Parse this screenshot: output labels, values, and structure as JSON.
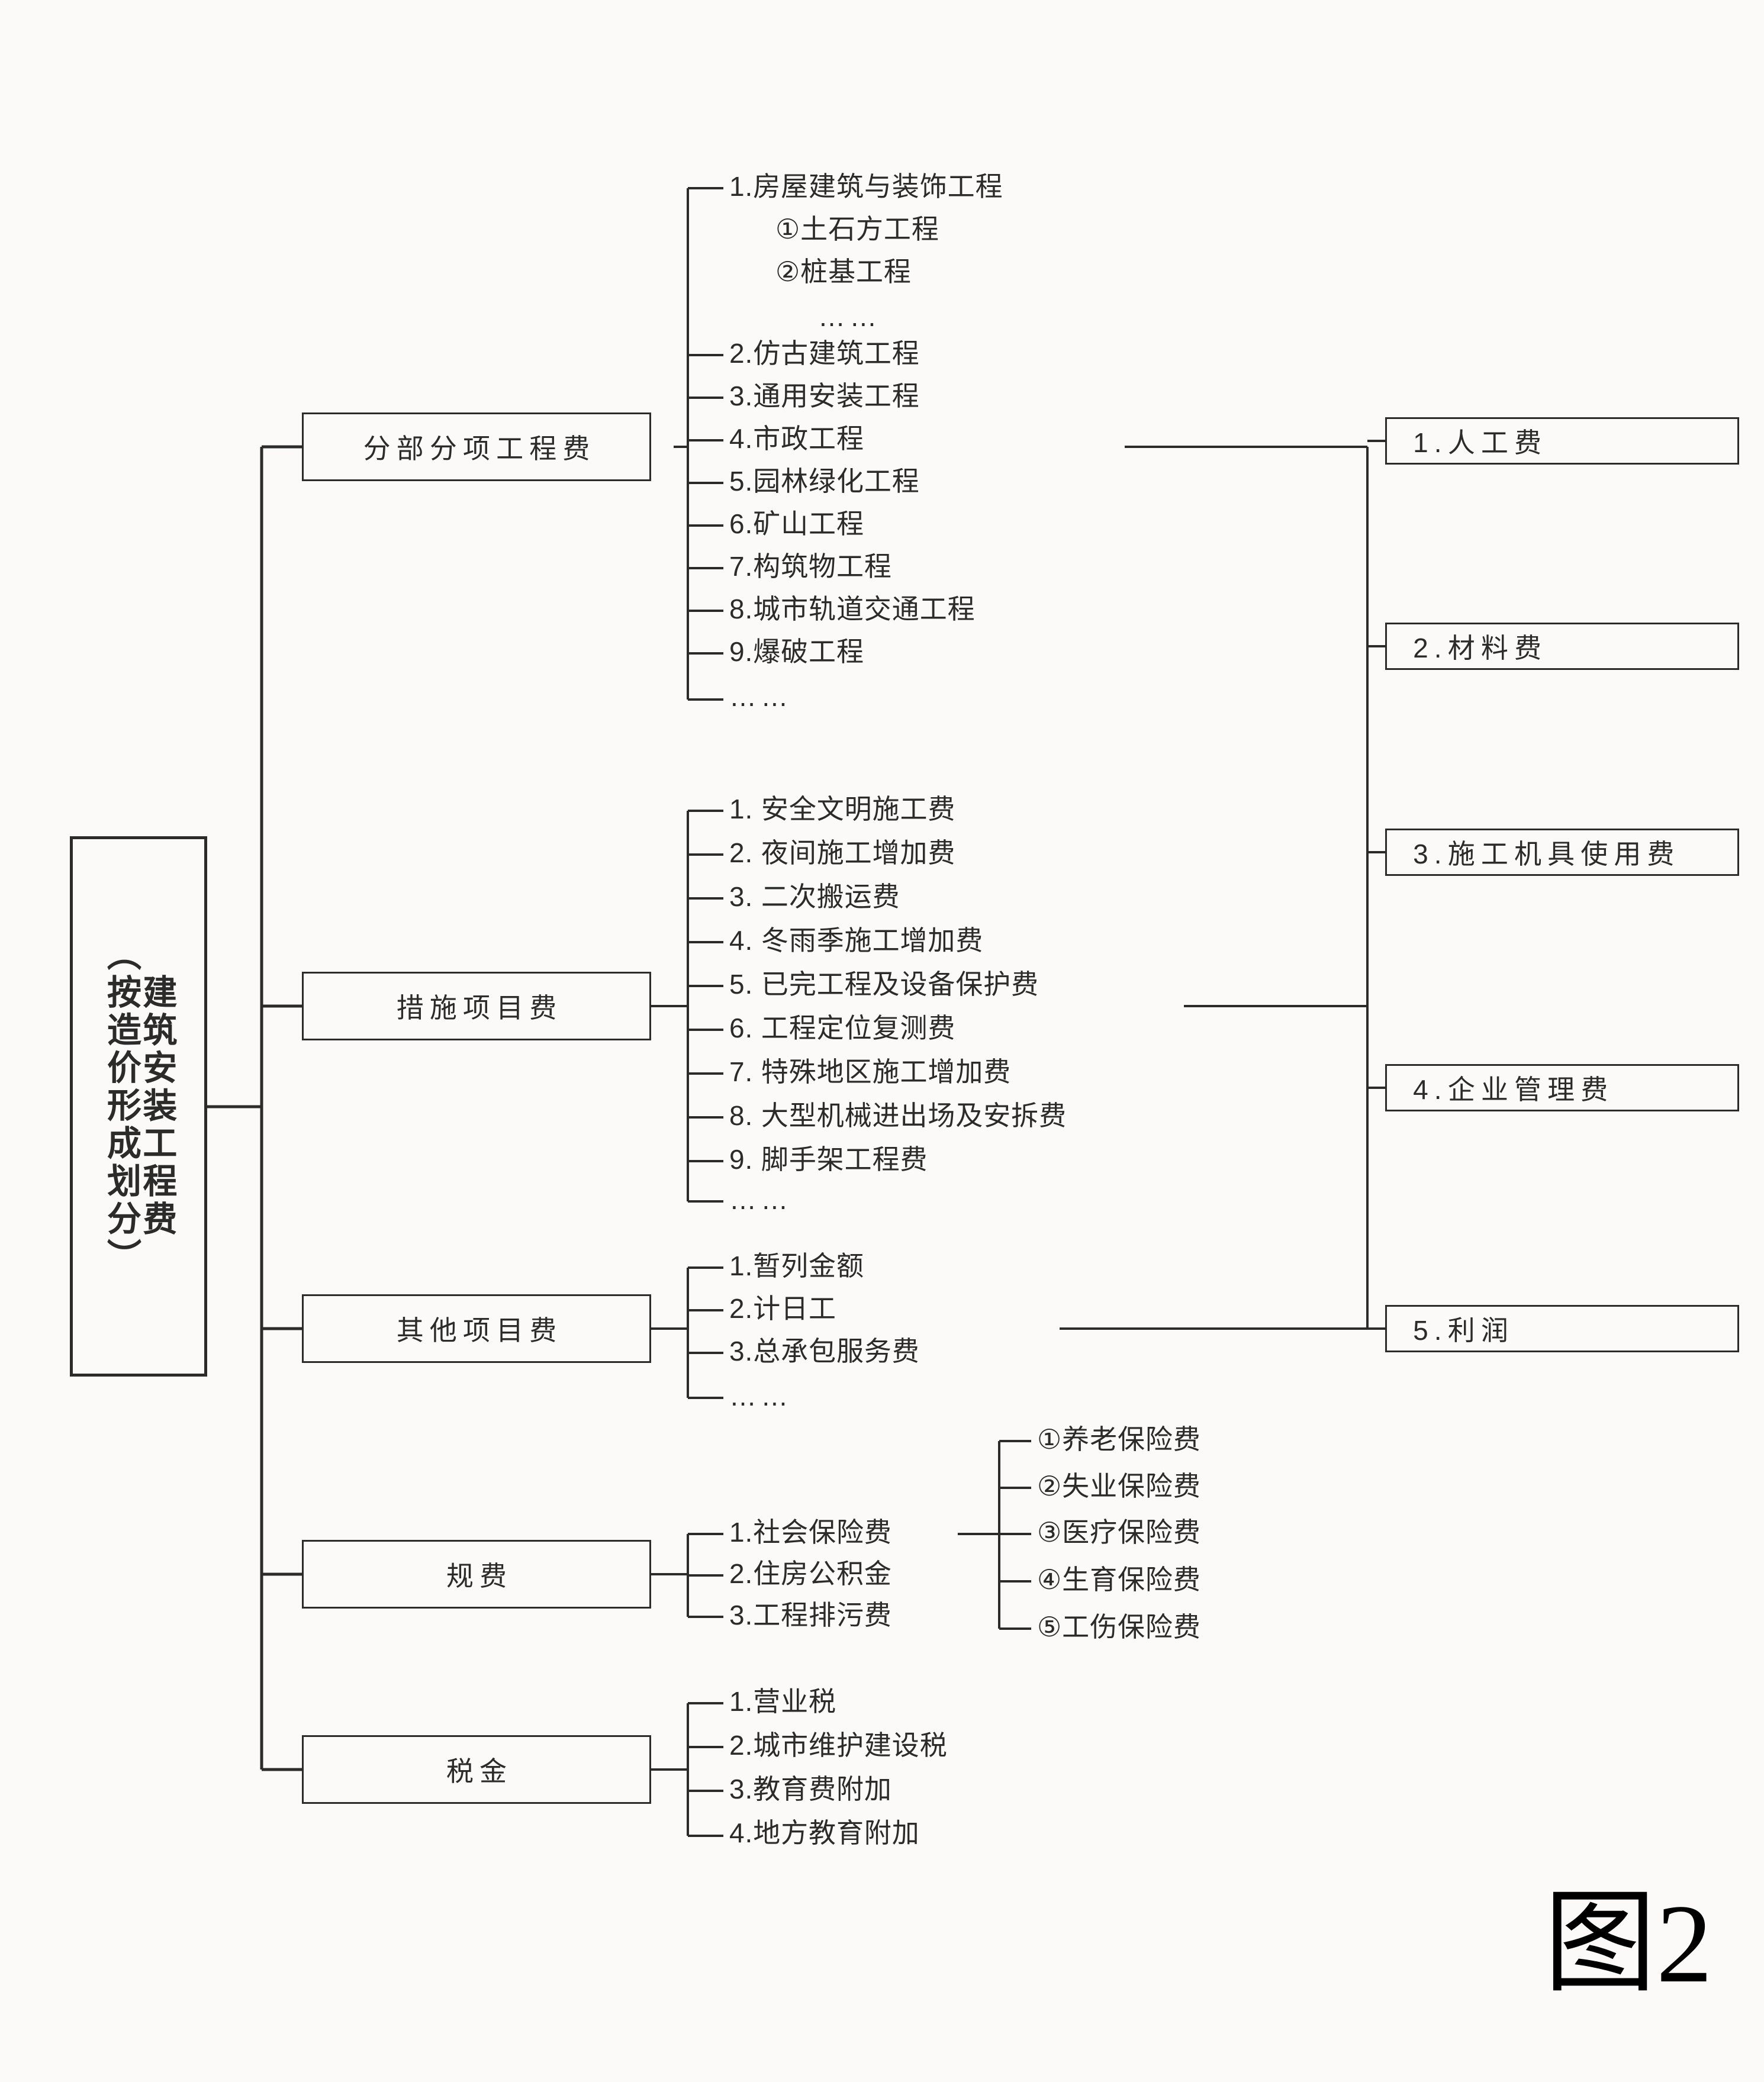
{
  "figure": {
    "caption": "图2"
  },
  "root": {
    "name": "root-node",
    "line_main": "建筑安装工程费",
    "line_paren": "（按造价形成划分）"
  },
  "branches": [
    {
      "id": "fenbu",
      "label": "分部分项工程费",
      "items": [
        {
          "text": "1.房屋建筑与装饰工程",
          "sub": [
            "①土石方工程",
            "②桩基工程",
            "……"
          ]
        },
        {
          "text": "2.仿古建筑工程"
        },
        {
          "text": "3.通用安装工程"
        },
        {
          "text": "4.市政工程"
        },
        {
          "text": "5.园林绿化工程"
        },
        {
          "text": "6.矿山工程"
        },
        {
          "text": "7.构筑物工程"
        },
        {
          "text": "8.城市轨道交通工程"
        },
        {
          "text": "9.爆破工程"
        },
        {
          "text": "……"
        }
      ]
    },
    {
      "id": "cuoshi",
      "label": "措施项目费",
      "items": [
        {
          "text": "1. 安全文明施工费"
        },
        {
          "text": "2. 夜间施工增加费"
        },
        {
          "text": "3. 二次搬运费"
        },
        {
          "text": "4. 冬雨季施工增加费"
        },
        {
          "text": "5. 已完工程及设备保护费"
        },
        {
          "text": "6. 工程定位复测费"
        },
        {
          "text": "7. 特殊地区施工增加费"
        },
        {
          "text": "8. 大型机械进出场及安拆费"
        },
        {
          "text": "9. 脚手架工程费"
        },
        {
          "text": "……"
        }
      ]
    },
    {
      "id": "qita",
      "label": "其他项目费",
      "items": [
        {
          "text": "1.暂列金额"
        },
        {
          "text": "2.计日工"
        },
        {
          "text": "3.总承包服务费"
        },
        {
          "text": "……"
        }
      ]
    },
    {
      "id": "guifei",
      "label": "规费",
      "items": [
        {
          "text": "1.社会保险费"
        },
        {
          "text": "2.住房公积金"
        },
        {
          "text": "3.工程排污费"
        }
      ],
      "subitems": [
        "①养老保险费",
        "②失业保险费",
        "③医疗保险费",
        "④生育保险费",
        "⑤工伤保险费"
      ]
    },
    {
      "id": "shuijin",
      "label": "税金",
      "items": [
        {
          "text": "1.营业税"
        },
        {
          "text": "2.城市维护建设税"
        },
        {
          "text": "3.教育费附加"
        },
        {
          "text": "4.地方教育附加"
        }
      ]
    }
  ],
  "cost_elements": [
    {
      "label": "1.人工费"
    },
    {
      "label": "2.材料费"
    },
    {
      "label": "3.施工机具使用费"
    },
    {
      "label": "4.企业管理费"
    },
    {
      "label": "5.利润"
    }
  ],
  "colors": {
    "ink": "#2b2b2b",
    "paper": "#fbfaf8"
  }
}
